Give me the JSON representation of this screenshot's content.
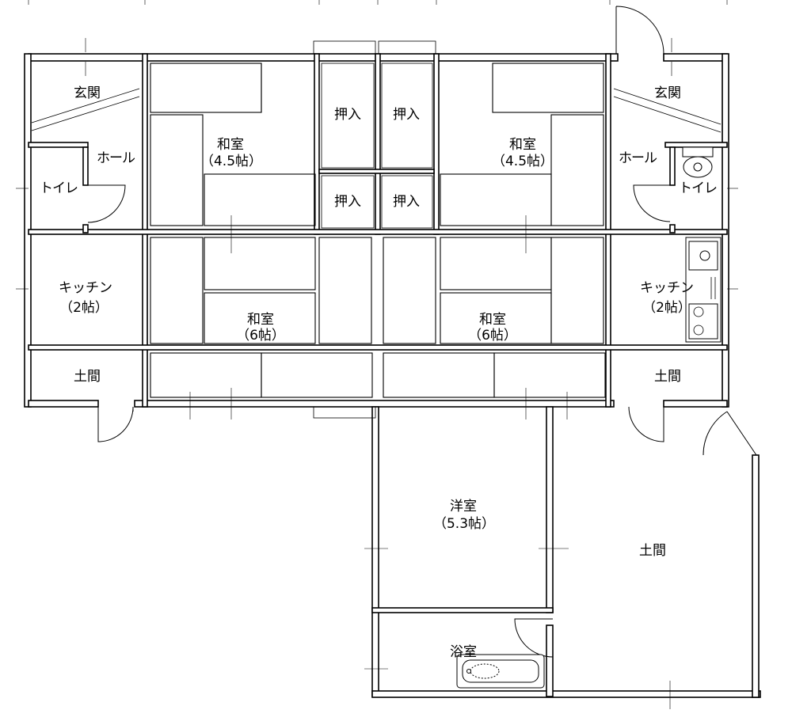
{
  "rooms": {
    "genkan_left": "玄関",
    "genkan_right": "玄関",
    "hall_left": "ホール",
    "hall_right": "ホール",
    "toilet_left": "トイレ",
    "toilet_right": "トイレ",
    "kitchen_left_name": "キッチン",
    "kitchen_left_size": "（2帖）",
    "kitchen_right_name": "キッチン",
    "kitchen_right_size": "（2帖）",
    "doma_left": "土間",
    "doma_right": "土間",
    "doma_large": "土間",
    "washitsu45_left_name": "和室",
    "washitsu45_left_size": "（4.5帖）",
    "washitsu45_right_name": "和室",
    "washitsu45_right_size": "（4.5帖）",
    "washitsu6_left_name": "和室",
    "washitsu6_left_size": "（6帖）",
    "washitsu6_right_name": "和室",
    "washitsu6_right_size": "（6帖）",
    "oshiire_1": "押入",
    "oshiire_2": "押入",
    "oshiire_3": "押入",
    "oshiire_4": "押入",
    "youshitsu_name": "洋室",
    "youshitsu_size": "（5.3帖）",
    "bathroom": "浴室"
  }
}
